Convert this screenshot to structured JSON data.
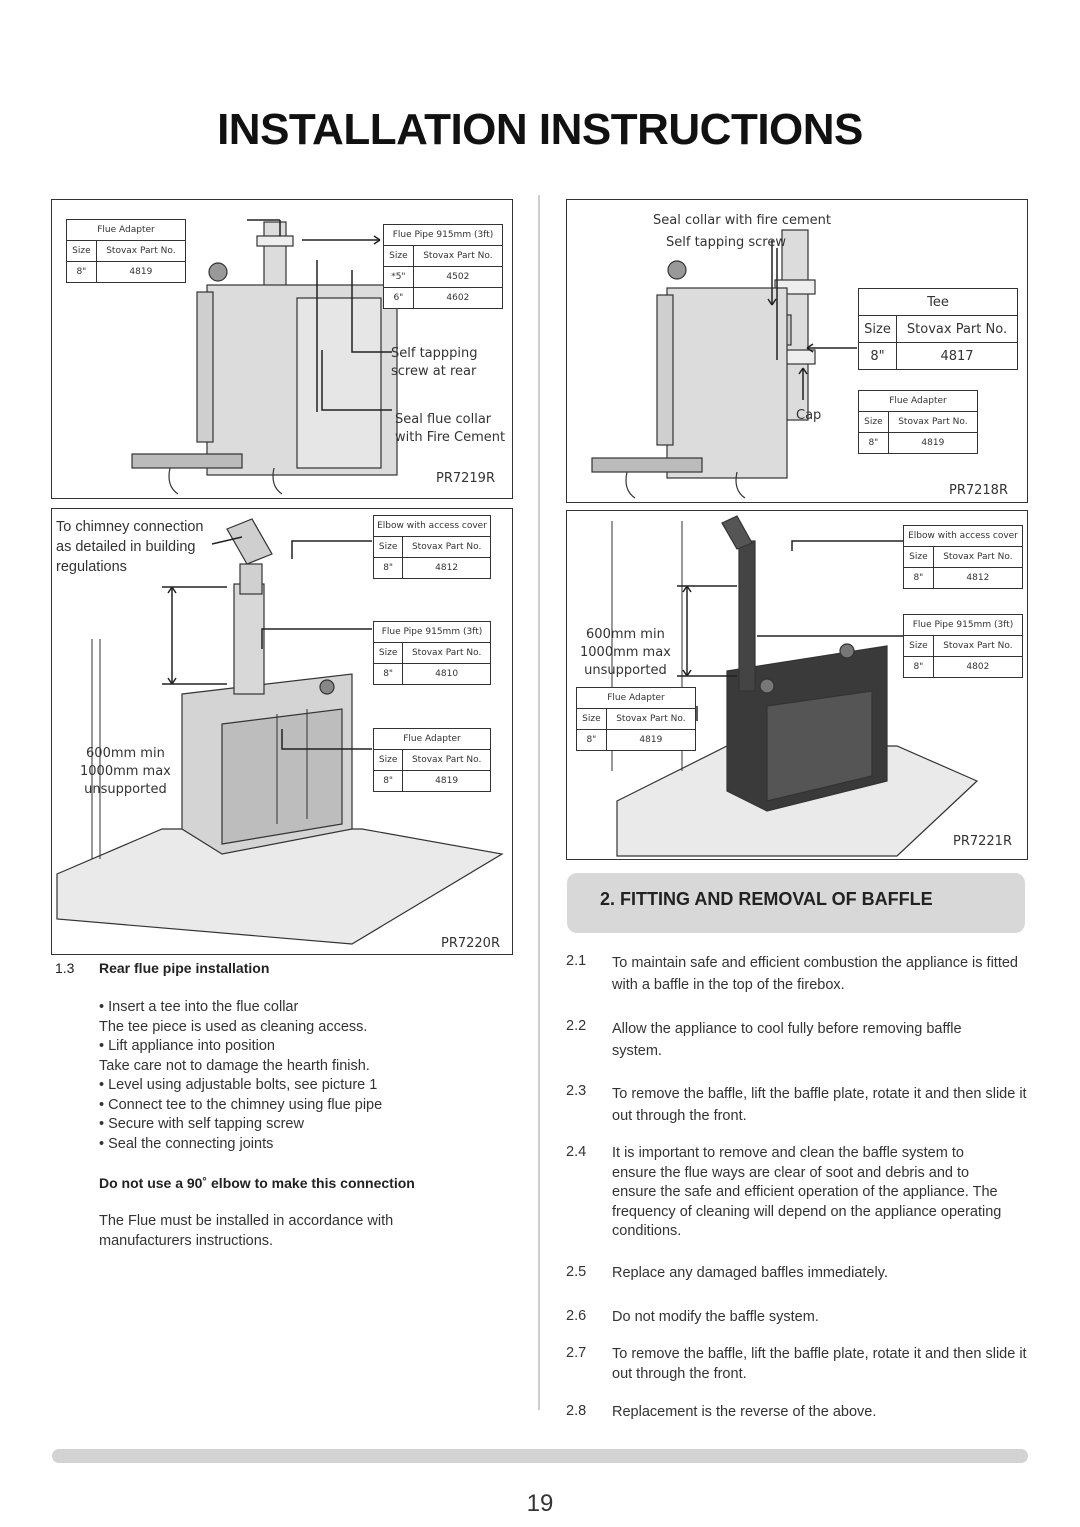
{
  "title": "INSTALLATION INSTRUCTIONS",
  "page_number": "19",
  "diagrams": {
    "pr7219r": {
      "ref": "PR7219R",
      "flue_adapter": {
        "caption": "Flue Adapter",
        "col1": "Size",
        "col2": "Stovax Part No.",
        "rows": [
          [
            "8\"",
            "4819"
          ]
        ]
      },
      "flue_pipe": {
        "caption": "Flue Pipe 915mm (3ft)",
        "col1": "Size",
        "col2": "Stovax Part No.",
        "rows": [
          [
            "*5\"",
            "4502"
          ],
          [
            "6\"",
            "4602"
          ]
        ]
      },
      "label_screw": "Self tappping\nscrew at rear",
      "label_seal": "Seal flue collar\nwith Fire Cement"
    },
    "pr7218r": {
      "ref": "PR7218R",
      "label_seal": "Seal collar with fire cement",
      "label_screw": "Self tapping screw",
      "label_cap": "Cap",
      "tee": {
        "caption": "Tee",
        "col1": "Size",
        "col2": "Stovax Part No.",
        "rows": [
          [
            "8\"",
            "4817"
          ]
        ]
      },
      "flue_adapter": {
        "caption": "Flue Adapter",
        "col1": "Size",
        "col2": "Stovax Part No.",
        "rows": [
          [
            "8\"",
            "4819"
          ]
        ]
      }
    },
    "pr7220r": {
      "ref": "PR7220R",
      "label_chimney": "To chimney connection\nas detailed in building\nregulations",
      "label_unsupported": "600mm min\n1000mm max\nunsupported",
      "elbow": {
        "caption": "Elbow with access cover",
        "col1": "Size",
        "col2": "Stovax Part No.",
        "rows": [
          [
            "8\"",
            "4812"
          ]
        ]
      },
      "flue_pipe": {
        "caption": "Flue Pipe 915mm (3ft)",
        "col1": "Size",
        "col2": "Stovax Part No.",
        "rows": [
          [
            "8\"",
            "4810"
          ]
        ]
      },
      "flue_adapter": {
        "caption": "Flue Adapter",
        "col1": "Size",
        "col2": "Stovax Part No.",
        "rows": [
          [
            "8\"",
            "4819"
          ]
        ]
      }
    },
    "pr7221r": {
      "ref": "PR7221R",
      "label_unsupported": "600mm min\n1000mm max\nunsupported",
      "elbow": {
        "caption": "Elbow with access cover",
        "col1": "Size",
        "col2": "Stovax Part No.",
        "rows": [
          [
            "8\"",
            "4812"
          ]
        ]
      },
      "flue_pipe": {
        "caption": "Flue Pipe 915mm (3ft)",
        "col1": "Size",
        "col2": "Stovax Part No.",
        "rows": [
          [
            "8\"",
            "4802"
          ]
        ]
      },
      "flue_adapter": {
        "caption": "Flue Adapter",
        "col1": "Size",
        "col2": "Stovax Part No.",
        "rows": [
          [
            "8\"",
            "4819"
          ]
        ]
      }
    }
  },
  "left_text": {
    "section_number": "1.3",
    "section_title": "Rear flue pipe installation",
    "lines": [
      "• Insert a tee into the flue collar",
      "The tee piece is used as cleaning access.",
      "• Lift appliance into position",
      "Take care not to damage the hearth finish.",
      "• Level using adjustable bolts, see picture 1",
      "• Connect tee to the chimney using flue pipe",
      "• Secure with self tapping screw",
      "• Seal the connecting joints"
    ],
    "warning": "Do not use a 90˚ elbow to make this connection",
    "note": "The Flue must be installed in accordance with\nmanufacturers instructions."
  },
  "section2": {
    "heading": "2. FITTING AND REMOVAL OF BAFFLE",
    "items": [
      {
        "num": "2.1",
        "text": "To maintain safe and efficient combustion the appliance is fitted with a baffle in the top of the firebox."
      },
      {
        "num": "2.2",
        "text": "Allow the appliance to cool fully before removing baffle system."
      },
      {
        "num": "2.3",
        "text": "To remove the baffle, lift the baffle plate, rotate it and then slide it out through the front."
      },
      {
        "num": "2.4",
        "text": "It is important to remove and clean the baffle system to ensure the flue ways are clear of soot and debris and to ensure the safe and efficient operation of the appliance. The frequency of cleaning will depend on the appliance operating conditions."
      },
      {
        "num": "2.5",
        "text": "Replace any damaged baffles immediately."
      },
      {
        "num": "2.6",
        "text": "Do not modify the baffle system."
      },
      {
        "num": "2.7",
        "text": "To remove the baffle, lift the baffle plate, rotate it and then slide it out through the front."
      },
      {
        "num": "2.8",
        "text": "Replacement is the reverse of the above."
      }
    ]
  }
}
